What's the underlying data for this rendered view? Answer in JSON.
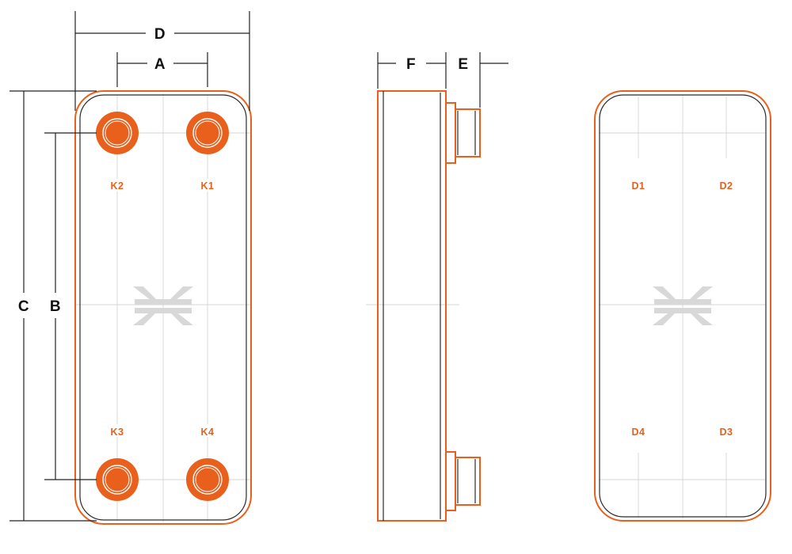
{
  "dimensions": {
    "a": "A",
    "b": "B",
    "c": "C",
    "d": "D",
    "e": "E",
    "f": "F"
  },
  "front_view": {
    "ports": {
      "top_left": "K2",
      "top_right": "K1",
      "bottom_left": "K3",
      "bottom_right": "K4"
    }
  },
  "rear_view": {
    "ports": {
      "top_left": "D1",
      "top_right": "D2",
      "bottom_left": "D4",
      "bottom_right": "D3"
    }
  },
  "colors": {
    "accent": "#e8601c",
    "outline": "#2a2a2a",
    "guide": "#d4d4d4",
    "logo": "#d8d8d8"
  },
  "icons": {
    "logo": "brand-logo-icon",
    "port": "port-connection-icon"
  }
}
